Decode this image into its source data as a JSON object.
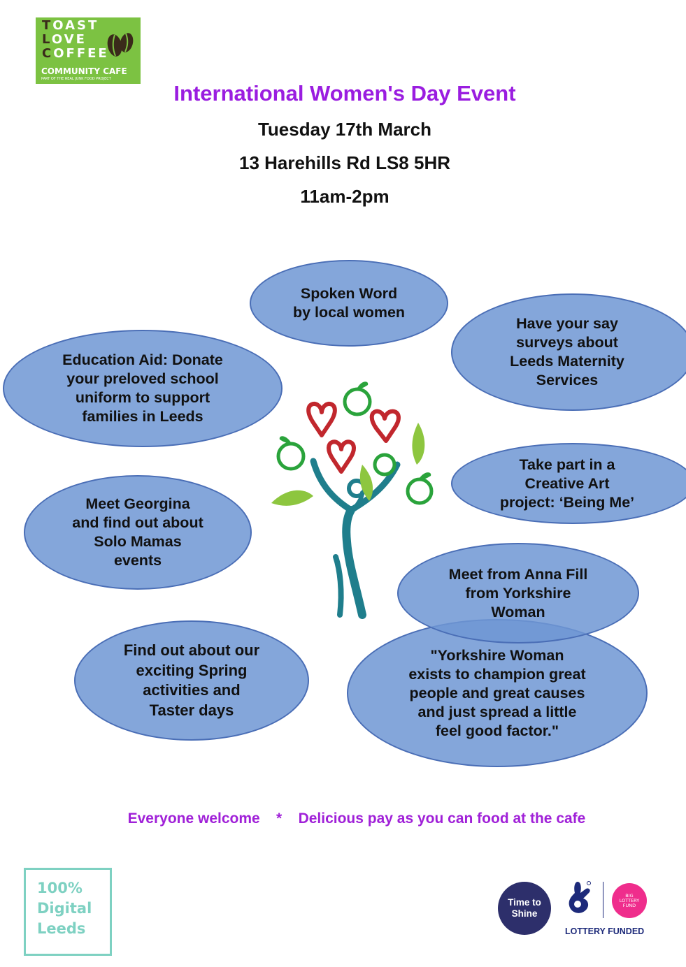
{
  "logo": {
    "lines": [
      {
        "initial": "T",
        "rest": "OAST"
      },
      {
        "initial": "L",
        "rest": "OVE"
      },
      {
        "initial": "C",
        "rest": "OFFEE"
      }
    ],
    "subtitle": "COMMUNITY CAFE",
    "tagline": "PART OF THE REAL JUNK FOOD PROJECT"
  },
  "header": {
    "title": "International Women's Day Event",
    "date": "Tuesday 17th March",
    "address": "13 Harehills Rd LS8 5HR",
    "time": "11am-2pm"
  },
  "bubbles": {
    "spoken_word": "Spoken Word\nby local women",
    "have_your_say": "Have your say\nsurveys about\nLeeds Maternity\nServices",
    "education_aid": "Education Aid: Donate\nyour preloved school\nuniform to support\nfamilies in Leeds",
    "creative_art": "Take part in a\nCreative Art\nproject: ‘Being Me’",
    "solo_mamas": "Meet Georgina\nand find out about\nSolo Mamas\nevents",
    "anna_fill": "Meet from Anna Fill\nfrom Yorkshire\nWoman",
    "spring": "Find out about our\nexciting Spring\nactivities and\nTaster days",
    "quote": "\"Yorkshire Woman\nexists to champion great\npeople and great causes\nand just spread a little\nfeel good factor.\""
  },
  "footer": {
    "welcome": "Everyone welcome    *    Delicious pay as you can food at the cafe"
  },
  "sponsors": {
    "digital_leeds": [
      "100%",
      "Digital",
      "Leeds"
    ],
    "time_to_shine": "Time to\nShine",
    "lottery_text": "LOTTERY FUNDED",
    "big_lottery": "BIG\nLOTTERY\nFUND"
  },
  "colors": {
    "title_purple": "#9a1de0",
    "bubble_fill": "#6f96d4",
    "logo_green": "#7cc242",
    "digital_teal": "#7ed1c2"
  }
}
